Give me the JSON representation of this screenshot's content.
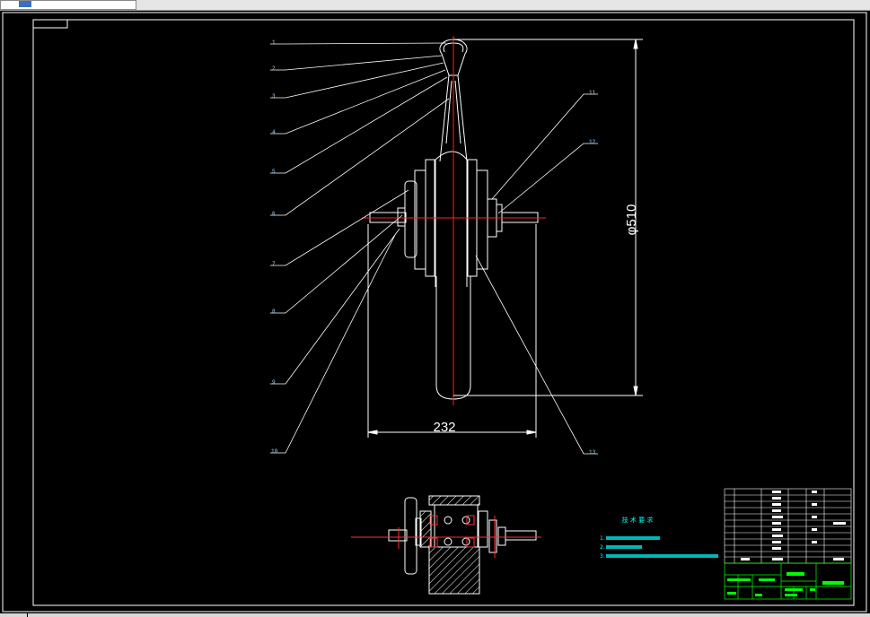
{
  "window": {
    "title_bar": "",
    "toolbar_field": ""
  },
  "drawing": {
    "dimensions": {
      "width": "232",
      "diameter": "φ510"
    },
    "balloons_left": [
      "1",
      "2",
      "3",
      "4",
      "5",
      "6",
      "7",
      "8",
      "9",
      "10"
    ],
    "balloons_right": [
      "11",
      "12",
      "13"
    ],
    "tech_requirements": {
      "title": "技 术 要 求",
      "items": [
        "1.",
        "2.",
        "3."
      ]
    }
  },
  "colors": {
    "background": "#000000",
    "lines": "#ffffff",
    "centerline": "#ff0000",
    "annotation": "#00ffff",
    "title_block_green": "#00ff00"
  }
}
